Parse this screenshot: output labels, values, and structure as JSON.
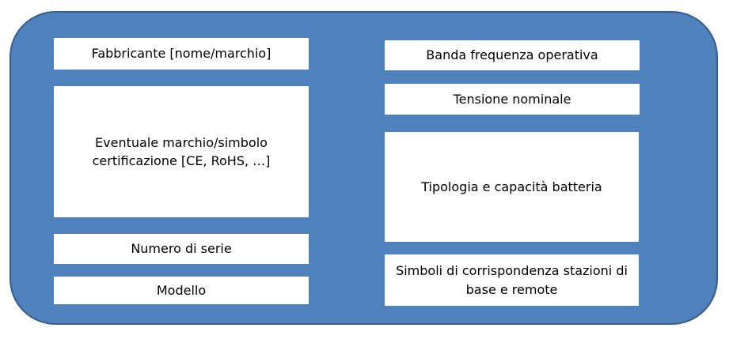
{
  "left_column": {
    "manufacturer": "Fabbricante [nome/marchio]",
    "certification": "Eventuale marchio/simbolo certificazione [CE, RoHS, …]",
    "serial_number": "Numero di serie",
    "model": "Modello"
  },
  "right_column": {
    "frequency_band": "Banda frequenza operativa",
    "nominal_voltage": "Tensione nominale",
    "battery": "Tipologia e capacità batteria",
    "station_symbols": "Simboli di corrispondenza stazioni di base e remote"
  },
  "colors": {
    "panel_fill": "#4f81bd",
    "panel_border": "#385d8a",
    "box_fill": "#ffffff"
  }
}
